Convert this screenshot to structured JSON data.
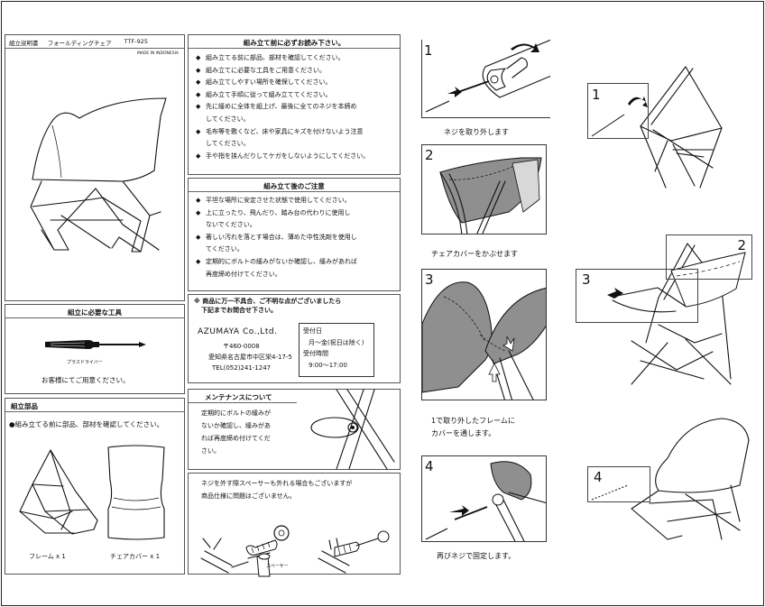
{
  "main_card": {
    "label": "組立説明書",
    "product": "フォールディングチェア",
    "code": "TTF-925",
    "made_in": "MADE IN INDONESIA"
  },
  "read_first": {
    "title": "組み立て前に必ずお読み下さい。",
    "items": [
      "組み立てる前に部品、部材を確認してください。",
      "組み立てに必要な工具をご用意ください。",
      "組み立てしやすい場所を確保してください。",
      "組み立て手順に従って組み立ててください。",
      [
        "先に緩めに全体を組上げ、最後に全てのネジを本締め",
        "してください。"
      ],
      [
        "毛布等を敷くなど、床や家具にキズを付けないよう注意",
        "してください。"
      ],
      "手や指を挟んだりしてケガをしないようにしてください。"
    ],
    "mark": "◆"
  },
  "after_care": {
    "title": "組み立て後のご注意",
    "items": [
      "平坦な場所に安定させた状態で使用してください。",
      [
        "上に立ったり、飛んだり、踏み台の代わりに使用し",
        "ないでください。"
      ],
      [
        "著しい汚れを落とす場合は、薄めた中性洗剤を使用し",
        "てください。"
      ],
      [
        "定期的にボルトの緩みがないか確認し、緩みがあれば",
        "再度締め付けてください。"
      ]
    ]
  },
  "contact": {
    "note_lines": [
      "※ 商品に万一不具合、ご不明な点がございましたら",
      "下記までお問合せ下さい。"
    ],
    "company": "AZUMAYA Co.,Ltd.",
    "postal": "〒460-0008",
    "address": "愛知県名古屋市中区栄4-17-5",
    "tel": "TEL(052)241-1247",
    "reception_day_label": "受付日",
    "reception_days": "月～金(祝日は除く)",
    "reception_time_label": "受付時間",
    "reception_time": "9:00～17:00"
  },
  "tools": {
    "title": "組立に必要な工具",
    "tool_name": "プラスドライバー",
    "note": "お客様にてご用意ください。"
  },
  "parts": {
    "title": "組立部品",
    "note": "●組み立てる前に部品、部材を確認してください。",
    "frame": "フレーム x 1",
    "cover": "チェアカバー x 1"
  },
  "maintenance": {
    "title": "メンテナンスについて",
    "lines": [
      "定期的にボルトの緩みが",
      "ないか確認し、緩みがあ",
      "れば再度締め付けてくだ",
      "さい。"
    ]
  },
  "spacer": {
    "lines": [
      "ネジを外す際スペーサーも外れる場合もございますが",
      "商品仕様に問題はございません。"
    ],
    "label": "スペーサー"
  },
  "steps": [
    {
      "number": "1",
      "caption": [
        "ネジを取り外します"
      ]
    },
    {
      "number": "2",
      "caption": [
        "チェアカバーをかぶせます"
      ]
    },
    {
      "number": "3",
      "caption": [
        "1で取り外したフレームに",
        "カバーを通します。"
      ]
    },
    {
      "number": "4",
      "caption": [
        "再びネジで固定します。"
      ]
    }
  ],
  "right_labels": [
    "1",
    "2",
    "3",
    "4"
  ]
}
